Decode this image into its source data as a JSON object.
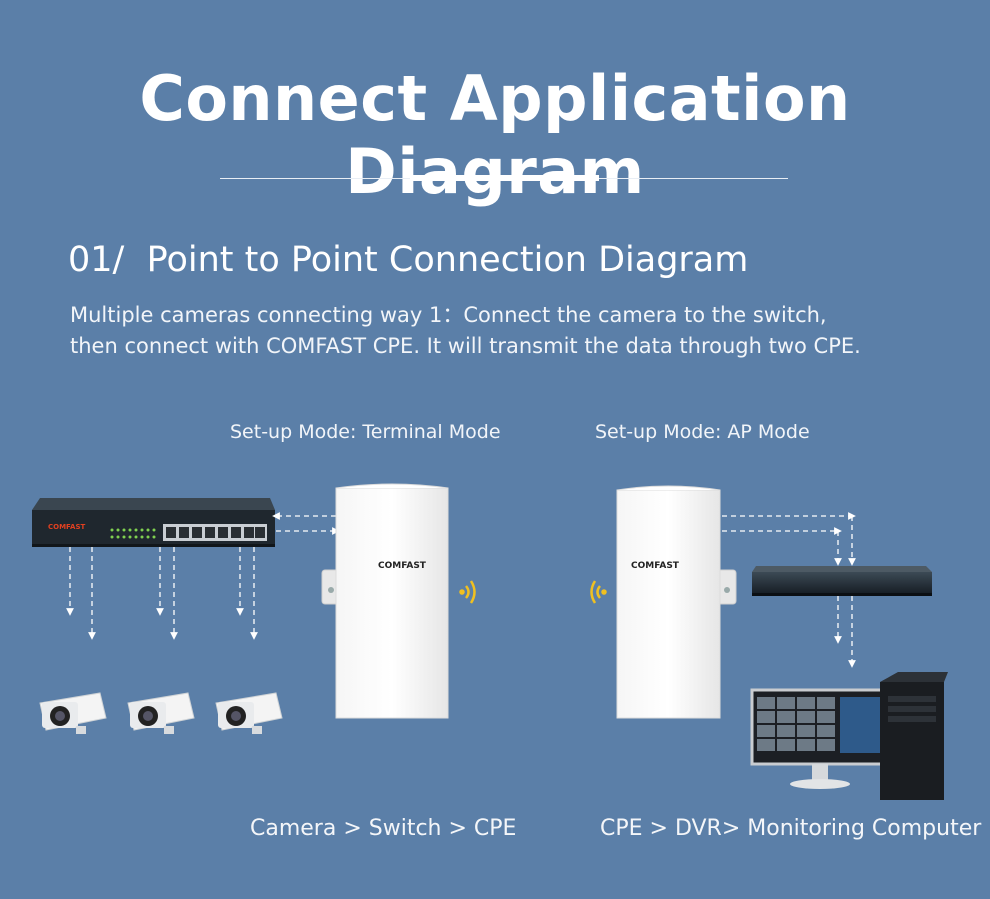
{
  "title": "Connect Application Diagram",
  "section": {
    "number": "01/",
    "heading": "Point to Point Connection Diagram",
    "desc_line1": "Multiple cameras connecting way 1：Connect the camera to the switch,",
    "desc_line2": "then connect with COMFAST CPE. It will transmit the data through two CPE."
  },
  "left": {
    "mode": "Set-up Mode: Terminal Mode",
    "caption": "Camera > Switch > CPE",
    "switch_brand": "COMFAST",
    "cpe_brand": "COMFAST"
  },
  "right": {
    "mode": "Set-up Mode: AP Mode",
    "caption": "CPE > DVR> Monitoring Computer",
    "cpe_brand": "COMFAST"
  },
  "colors": {
    "background": "#5b7fa8",
    "signal": "#f0c020",
    "device": "#ffffff"
  }
}
